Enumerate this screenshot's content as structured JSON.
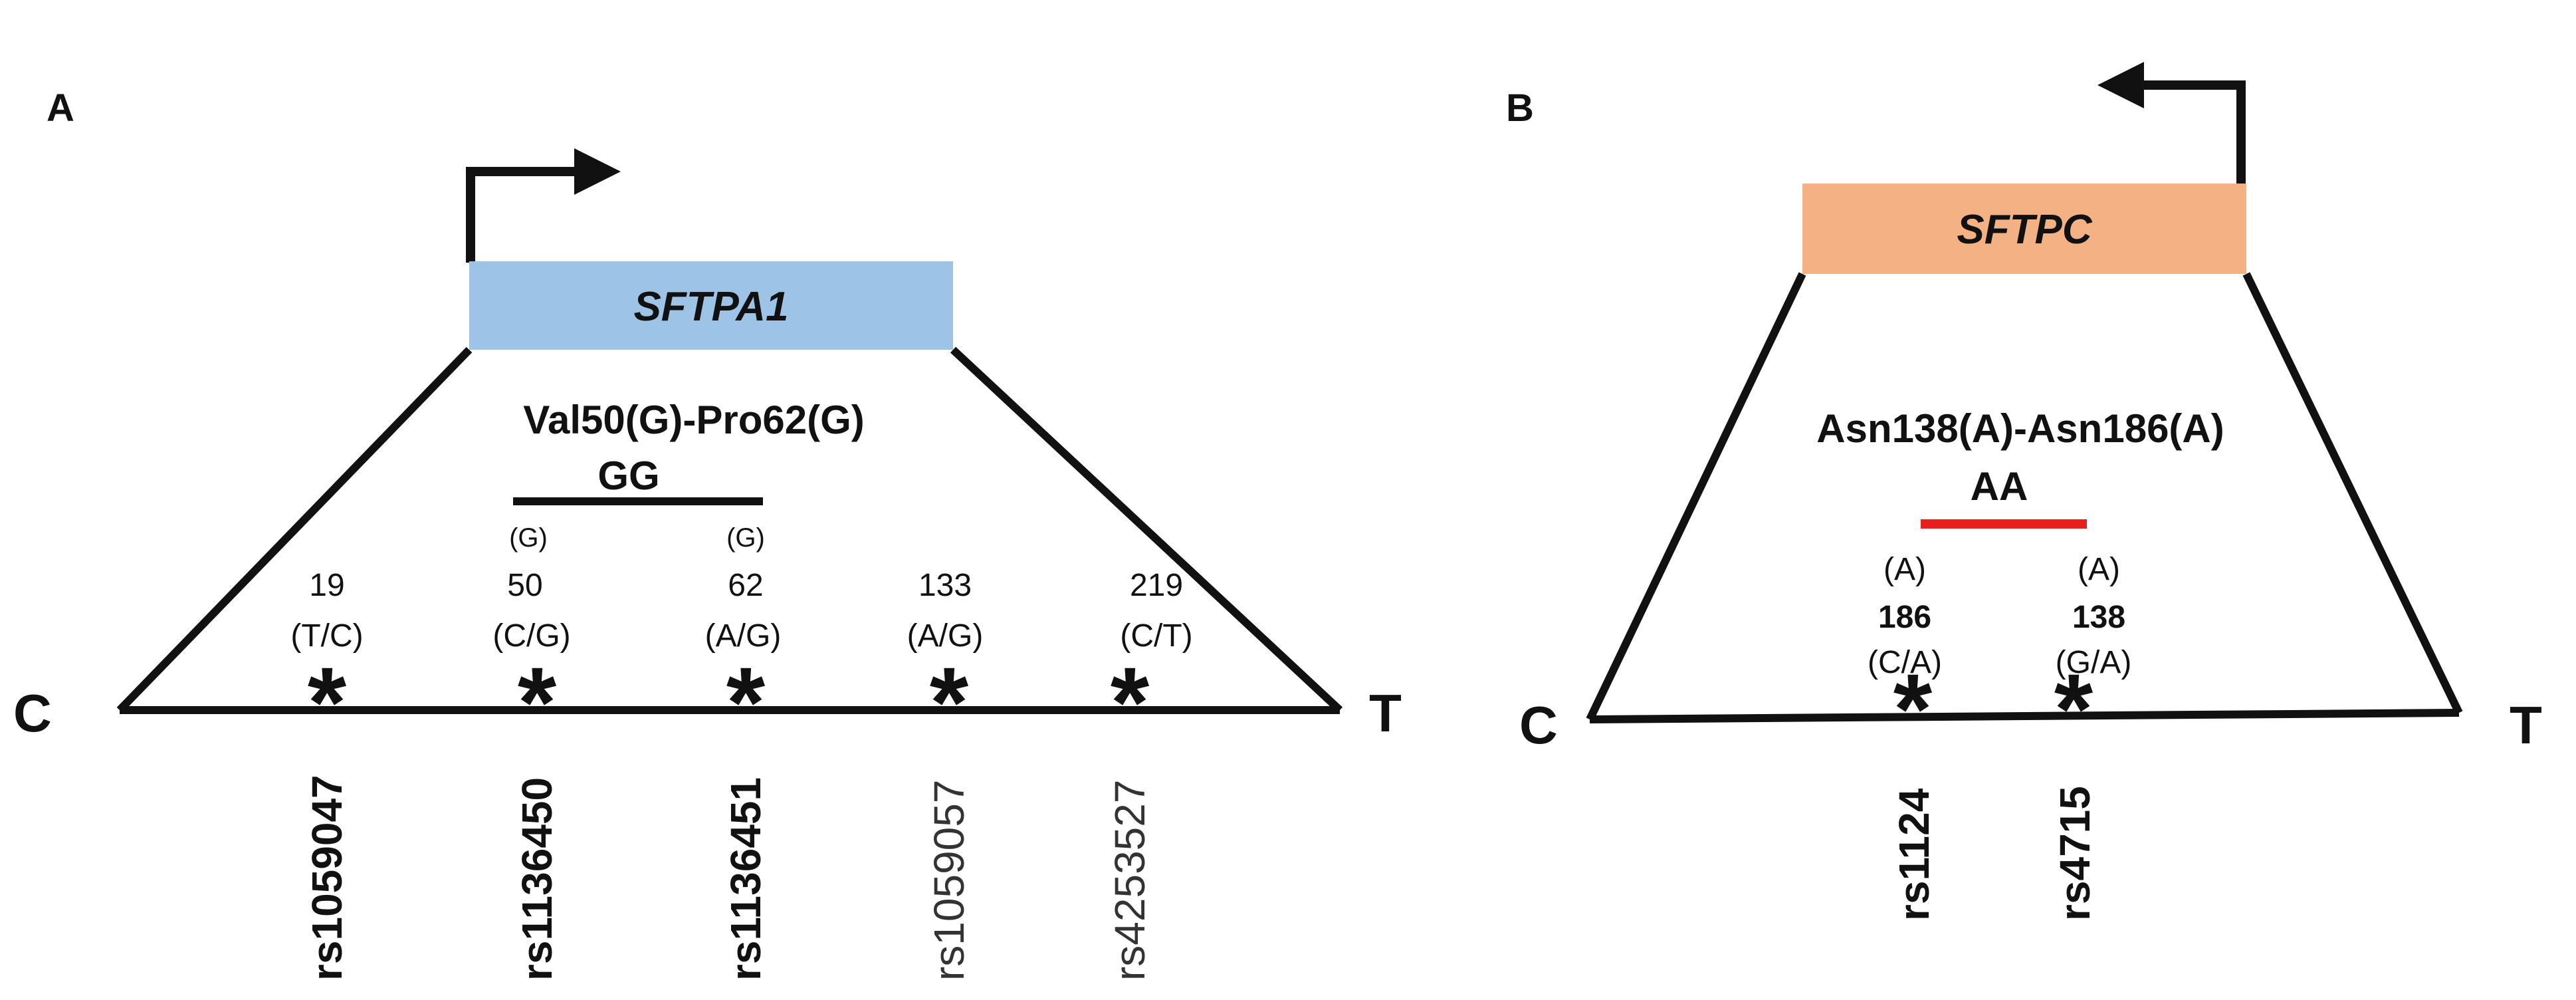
{
  "colors": {
    "line": "#111111",
    "sftpa1_box": "#9dc3e6",
    "sftpc_box": "#f4b183",
    "haplotype_bar_a": "#111111",
    "haplotype_bar_b": "#e81f1f"
  },
  "panel_a": {
    "label": "A",
    "gene": "SFTPA1",
    "end_left": "C",
    "end_right": "T",
    "haplotype": {
      "line1": "Val50(G)-Pro62(G)",
      "line2": "GG"
    },
    "snps": [
      {
        "allele_top": "",
        "codon": "19",
        "change": "(T/C)",
        "rs": "rs1059047",
        "rs_bold": true
      },
      {
        "allele_top": "(G)",
        "codon": "50",
        "change": "(C/G)",
        "rs": "rs1136450",
        "rs_bold": true
      },
      {
        "allele_top": "(G)",
        "codon": "62",
        "change": "(A/G)",
        "rs": "rs1136451",
        "rs_bold": true
      },
      {
        "allele_top": "",
        "codon": "133",
        "change": "(A/G)",
        "rs": "rs1059057",
        "rs_bold": false
      },
      {
        "allele_top": "",
        "codon": "219",
        "change": "(C/T)",
        "rs": "rs4253527",
        "rs_bold": false
      }
    ]
  },
  "panel_b": {
    "label": "B",
    "gene": "SFTPC",
    "end_left": "C",
    "end_right": "T",
    "haplotype": {
      "line1": "Asn138(A)-Asn186(A)",
      "line2": "AA"
    },
    "snps": [
      {
        "allele_top": "(A)",
        "codon": "186",
        "change": "(C/A)",
        "rs": "rs1124",
        "rs_bold": true
      },
      {
        "allele_top": "(A)",
        "codon": "138",
        "change": "(G/A)",
        "rs": "rs4715",
        "rs_bold": true
      }
    ]
  }
}
